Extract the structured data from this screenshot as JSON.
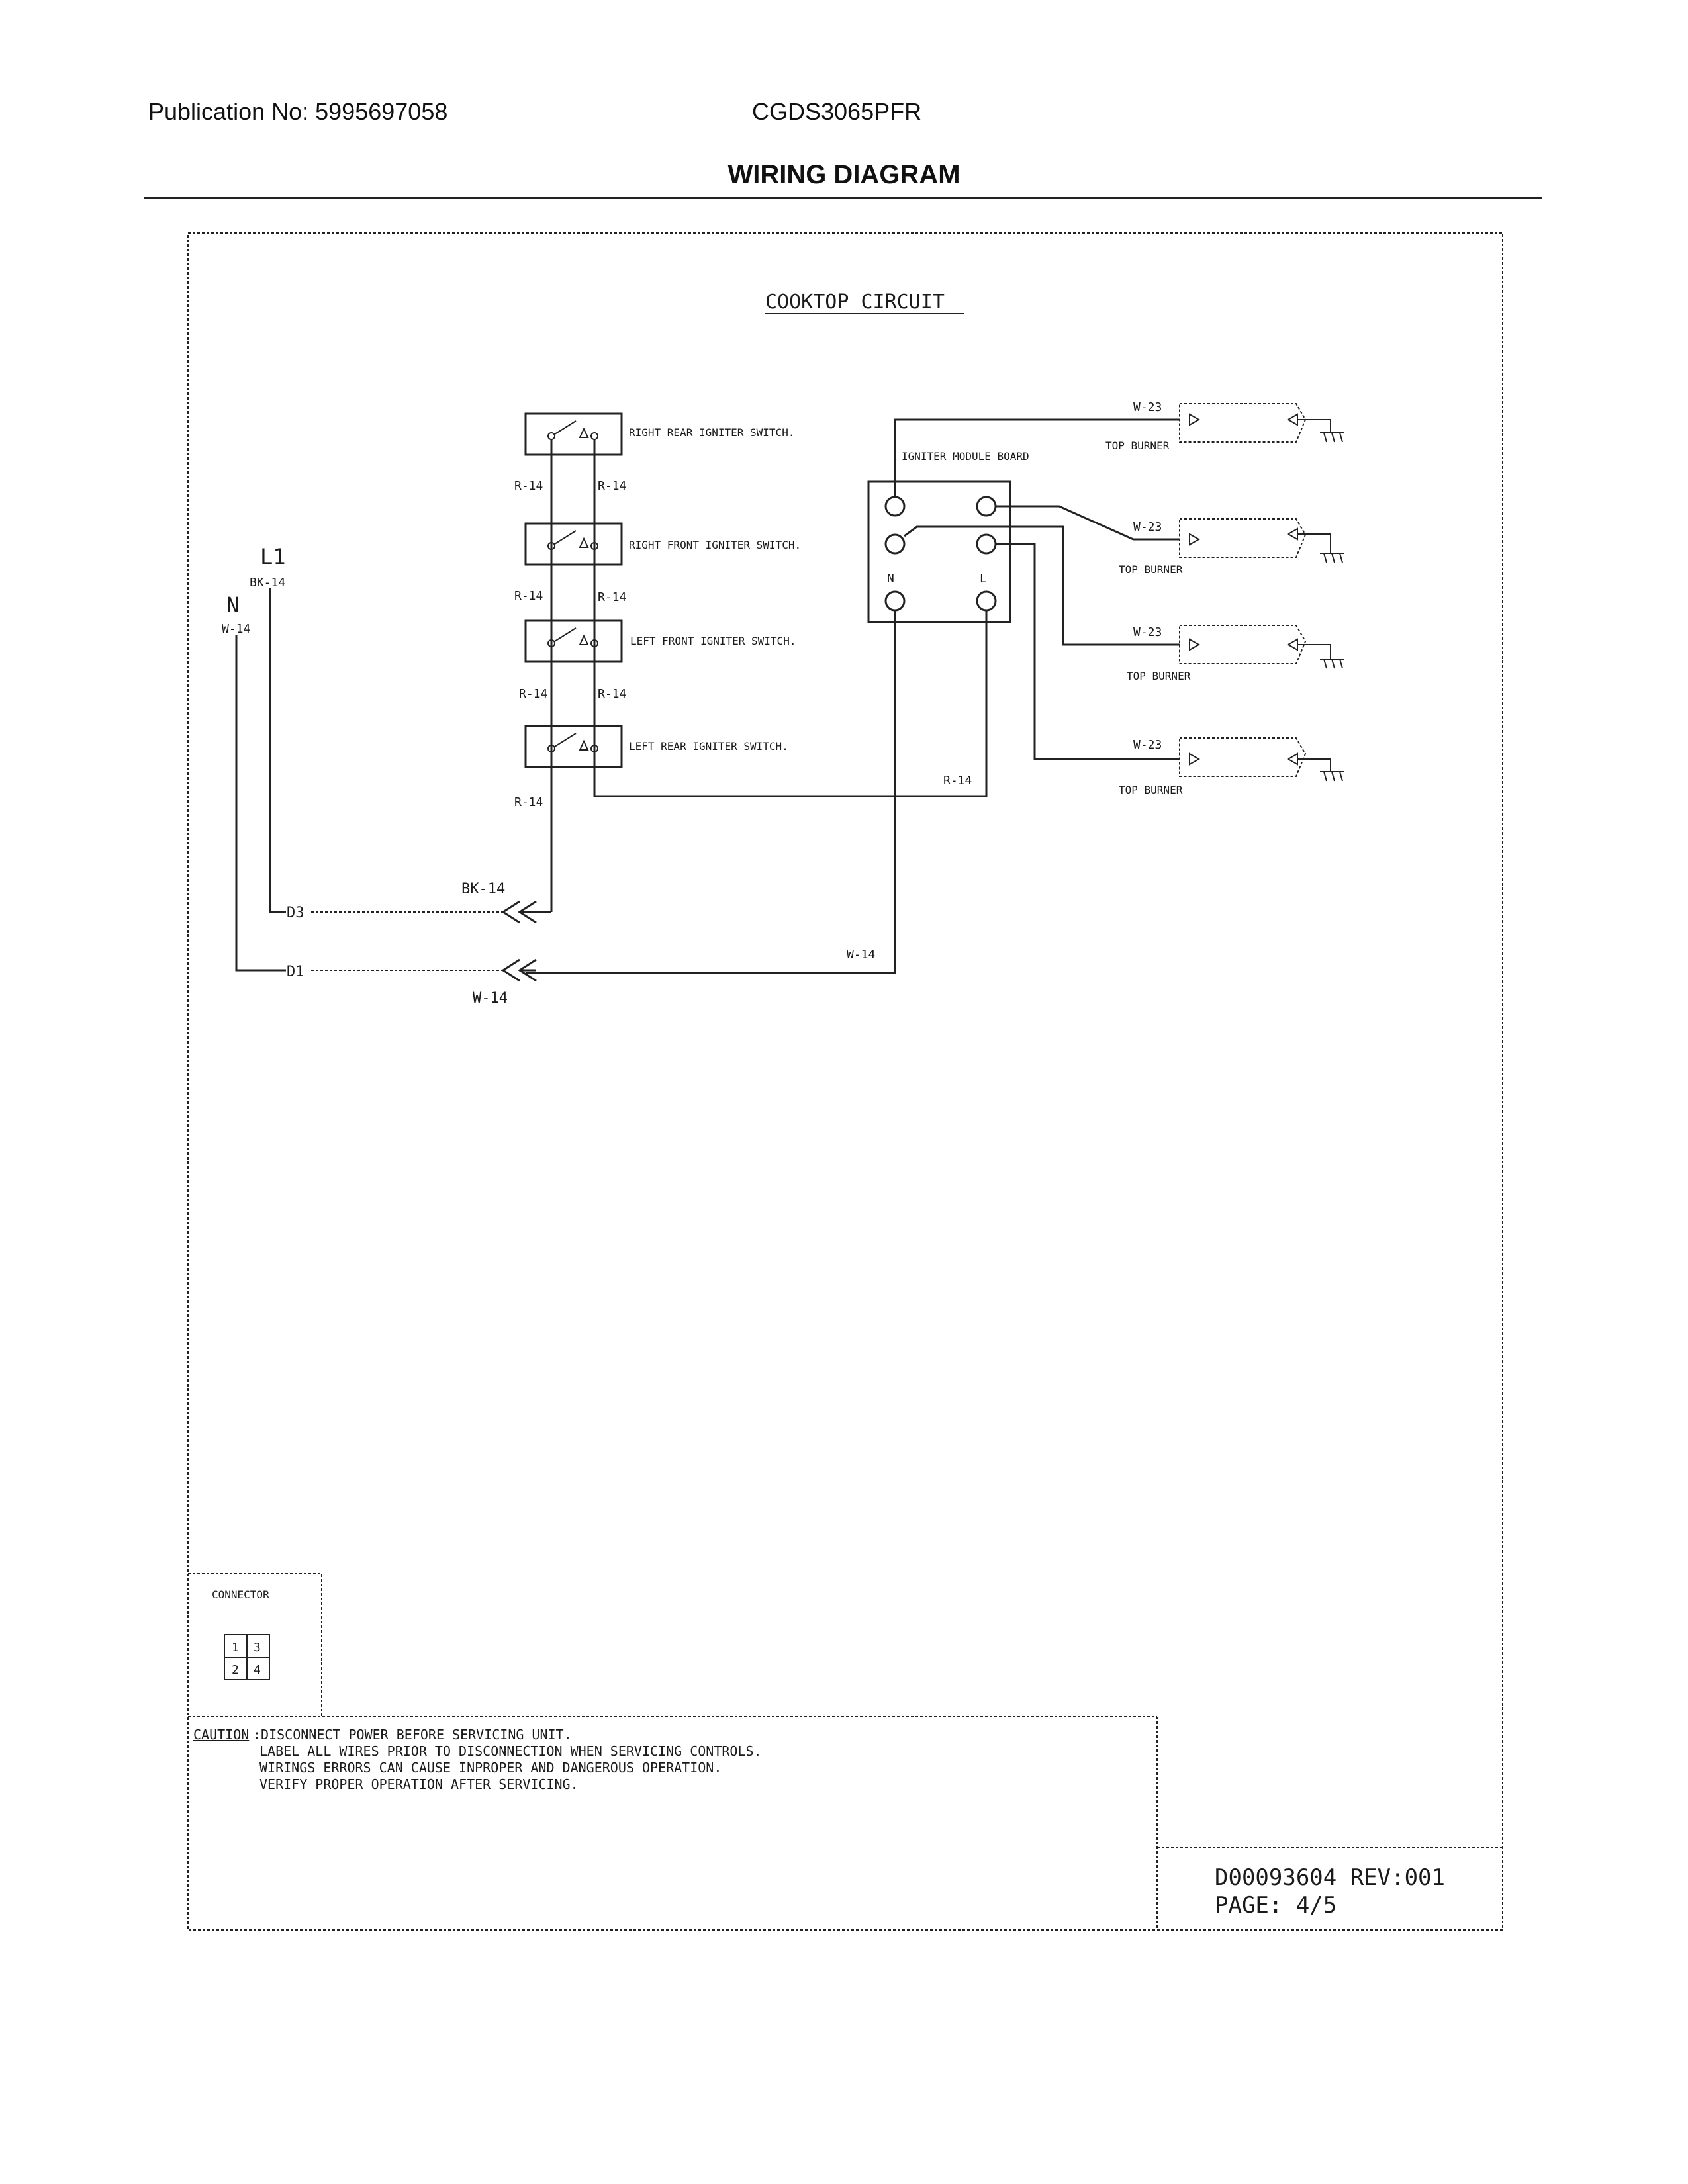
{
  "header": {
    "publication": "Publication No: 5995697058",
    "model": "CGDS3065PFR",
    "title": "WIRING DIAGRAM"
  },
  "diagram": {
    "circuit_title": "COOKTOP CIRCUIT",
    "switches": [
      "RIGHT REAR IGNITER SWITCH.",
      "RIGHT FRONT IGNITER SWITCH.",
      "LEFT FRONT IGNITER SWITCH.",
      "LEFT REAR IGNITER SWITCH."
    ],
    "module": {
      "label": "IGNITER MODULE BOARD",
      "n": "N",
      "l": "L"
    },
    "burners": [
      {
        "wire": "W-23",
        "label": "TOP BURNER"
      },
      {
        "wire": "W-23",
        "label": "TOP BURNER"
      },
      {
        "wire": "W-23",
        "label": "TOP BURNER"
      },
      {
        "wire": "W-23",
        "label": "TOP BURNER"
      }
    ],
    "power": {
      "l1": "L1",
      "l1_wire": "BK-14",
      "n": "N",
      "n_wire": "W-14"
    },
    "wire_labels": {
      "r14": "R-14",
      "bk14": "BK-14",
      "w14": "W-14"
    },
    "terminals": {
      "d3": "D3",
      "d1": "D1"
    },
    "connector": {
      "label": "CONNECTOR",
      "pins": [
        "1",
        "3",
        "2",
        "4"
      ]
    },
    "caution": {
      "label": "CAUTION",
      "lines": [
        ":DISCONNECT POWER BEFORE SERVICING UNIT.",
        "LABEL ALL WIRES PRIOR TO DISCONNECTION WHEN SERVICING CONTROLS.",
        "WIRINGS ERRORS CAN CAUSE INPROPER AND DANGEROUS OPERATION.",
        "VERIFY PROPER OPERATION AFTER SERVICING."
      ]
    },
    "doc_number": "D00093604 REV:001",
    "page": "PAGE: 4/5"
  }
}
